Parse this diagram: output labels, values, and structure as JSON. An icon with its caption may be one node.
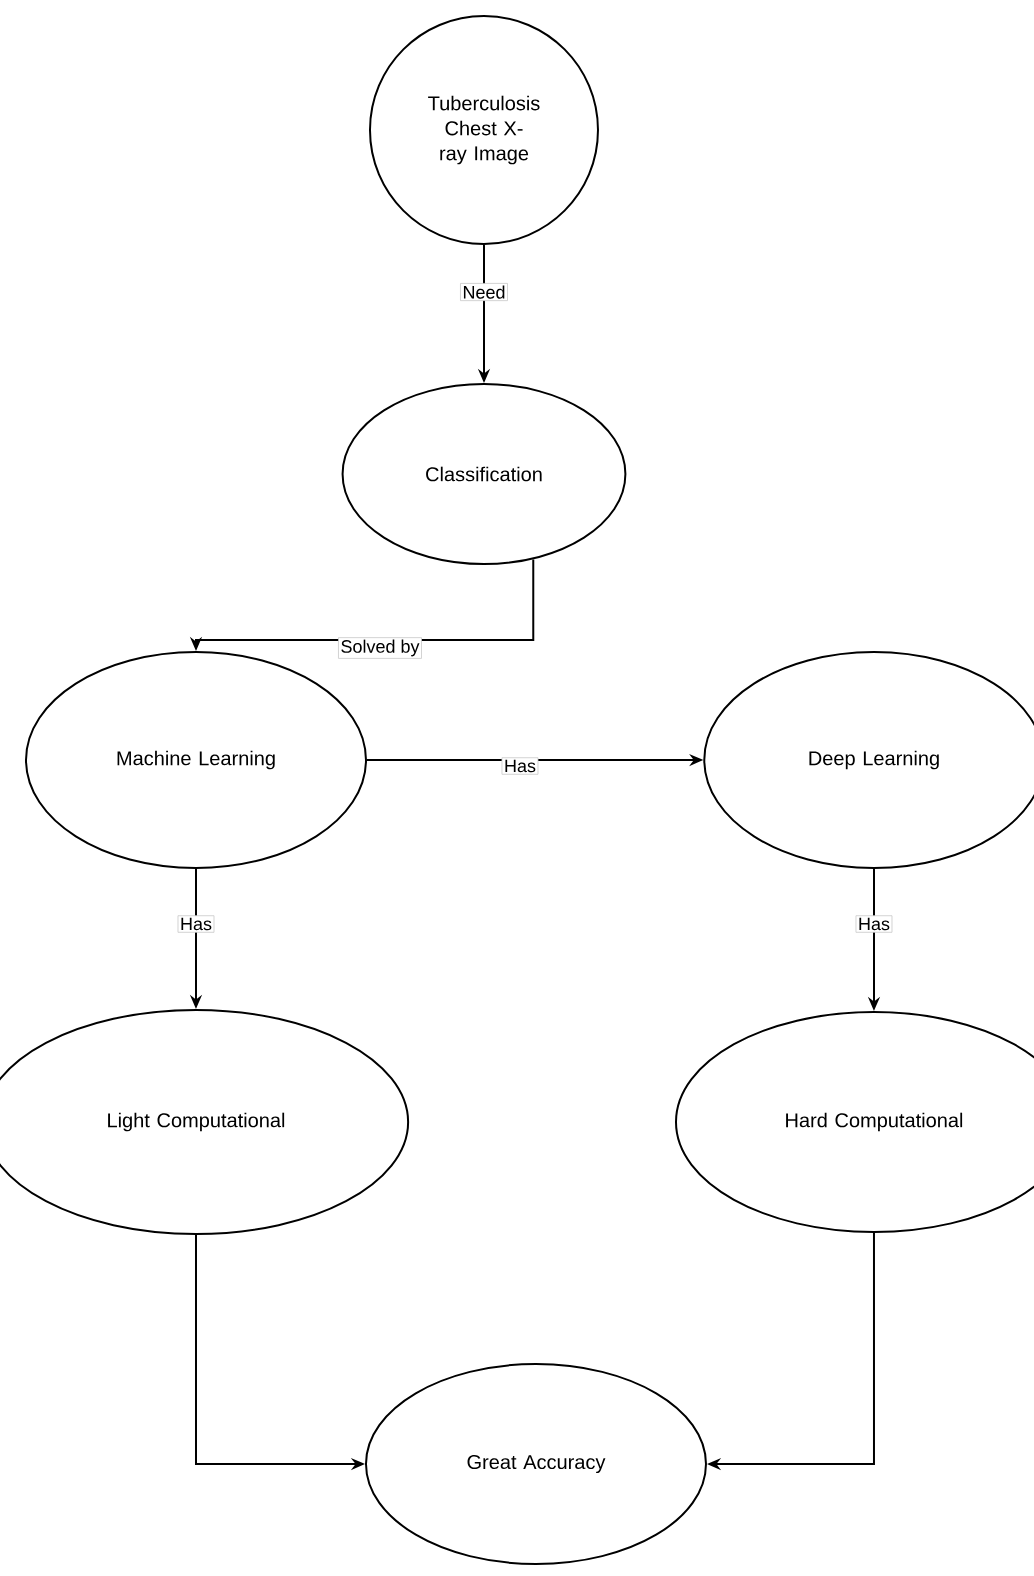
{
  "diagram": {
    "nodes": [
      {
        "text": [
          "Tuberculosis Chest X-ray Image"
        ]
      },
      {
        "text": [
          "Classification"
        ]
      },
      {
        "text": [
          "Machine Learning"
        ]
      },
      {
        "text": [
          "Deep Learning"
        ]
      },
      {
        "text": [
          "Light Computational"
        ]
      },
      {
        "text": [
          "Hard Computational"
        ]
      },
      {
        "text": [
          "Great Accuracy"
        ]
      }
    ],
    "edges": [
      {
        "from": 0,
        "to": 1,
        "arrow": "to",
        "label": "Need"
      },
      {
        "from": 1,
        "to": 2,
        "arrow": "to",
        "label": "Solved by"
      },
      {
        "from": 2,
        "to": 3,
        "arrow": "to",
        "label": "Has"
      },
      {
        "from": 2,
        "to": 4,
        "arrow": "to",
        "label": "Has"
      },
      {
        "from": 3,
        "to": 5,
        "arrow": "to",
        "label": "Has"
      },
      {
        "from": 4,
        "to": 6,
        "arrow": "to"
      },
      {
        "from": 5,
        "to": 6,
        "arrow": "to"
      }
    ]
  }
}
